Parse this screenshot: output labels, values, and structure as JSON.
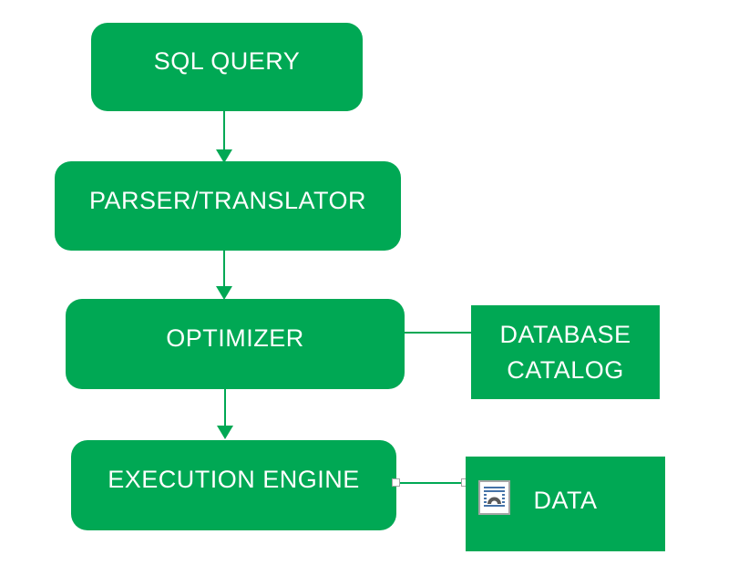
{
  "diagram": {
    "type": "flowchart",
    "nodes": {
      "sql_query": {
        "label": "SQL QUERY",
        "shape": "rounded-rectangle"
      },
      "parser_translator": {
        "label": "PARSER/TRANSLATOR",
        "shape": "rounded-rectangle"
      },
      "optimizer": {
        "label": "OPTIMIZER",
        "shape": "rounded-rectangle"
      },
      "database_catalog": {
        "label": "DATABASE CATALOG",
        "shape": "rectangle"
      },
      "execution_engine": {
        "label": "EXECUTION ENGINE",
        "shape": "rounded-rectangle"
      },
      "data": {
        "label": "DATA",
        "shape": "rectangle",
        "icon": "embedded-object-icon"
      }
    },
    "edges": [
      {
        "from": "SQL QUERY",
        "to": "PARSER/TRANSLATOR",
        "style": "arrow-down"
      },
      {
        "from": "PARSER/TRANSLATOR",
        "to": "OPTIMIZER",
        "style": "arrow-down"
      },
      {
        "from": "OPTIMIZER",
        "to": "DATABASE CATALOG",
        "style": "plain-line"
      },
      {
        "from": "OPTIMIZER",
        "to": "EXECUTION ENGINE",
        "style": "arrow-down"
      },
      {
        "from": "EXECUTION ENGINE",
        "to": "DATA",
        "style": "plain-line-selected-with-handles"
      }
    ],
    "colors": {
      "node_fill": "#00a854",
      "node_text": "#ffffff",
      "connector": "#00a854",
      "selection_handle_fill": "#ffffff",
      "selection_handle_border": "#a6a6a6",
      "icon_page_fill": "#ffffff",
      "icon_page_border": "#a6a6a6",
      "icon_text_lines": "#4472a8",
      "icon_arch": "#595959"
    }
  }
}
